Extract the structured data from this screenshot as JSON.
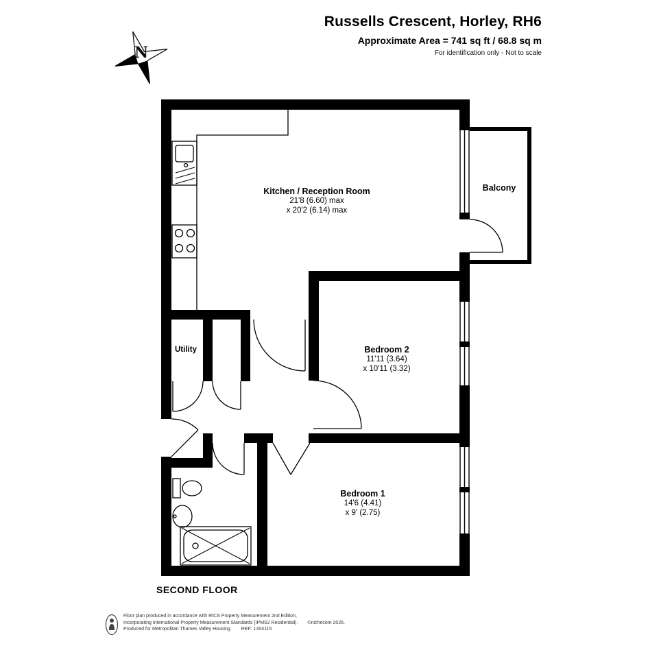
{
  "header": {
    "title": "Russells Crescent, Horley, RH6",
    "area": "Approximate Area = 741 sq ft / 68.8 sq m",
    "disclaimer": "For identification only - Not to scale"
  },
  "compass": {
    "north_label": "N"
  },
  "rooms": {
    "kitchen": {
      "name": "Kitchen / Reception Room",
      "dim1": "21'8 (6.60) max",
      "dim2": "x 20'2 (6.14) max"
    },
    "balcony": {
      "name": "Balcony"
    },
    "utility": {
      "name": "Utility"
    },
    "bedroom2": {
      "name": "Bedroom 2",
      "dim1": "11'11 (3.64)",
      "dim2": "x 10'11 (3.32)"
    },
    "bedroom1": {
      "name": "Bedroom 1",
      "dim1": "14'6 (4.41)",
      "dim2": "x 9' (2.75)"
    }
  },
  "floor_label": "SECOND FLOOR",
  "footer": {
    "line1": "Floor plan produced in accordance with RICS Property Measurement 2nd Edition,",
    "line2": "Incorporating International Property Measurement Standards (IPMS2 Residential).",
    "copyright": "©nichecom 2026.",
    "line3": "Produced for Metropolitan Thames Valley Housing.",
    "ref": "REF: 1404115"
  },
  "colors": {
    "wall": "#000000",
    "background": "#ffffff"
  }
}
